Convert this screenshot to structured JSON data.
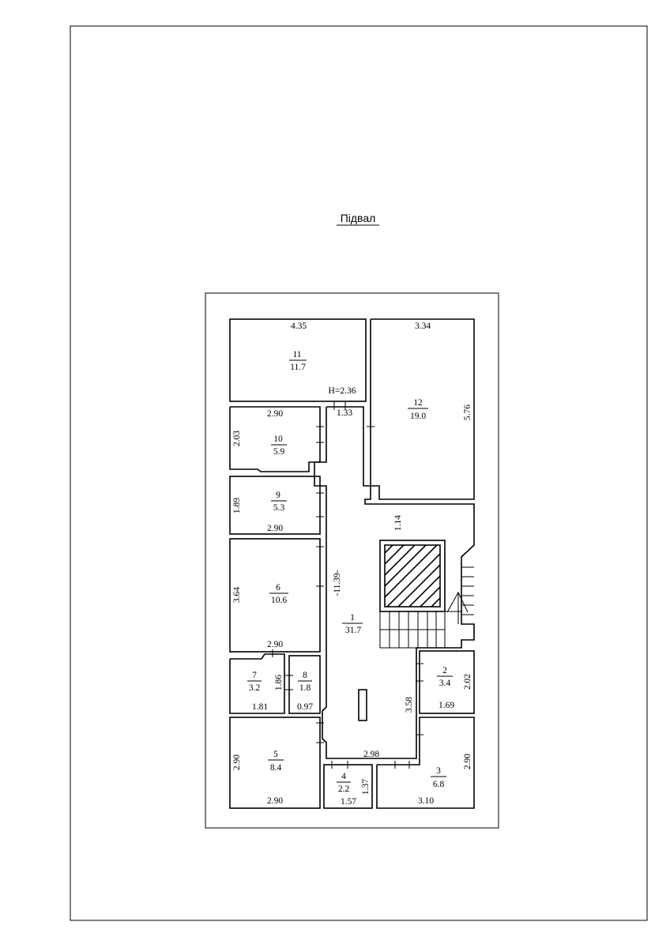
{
  "title": "Підвал",
  "height_note": "H=2.36",
  "rooms": [
    {
      "id": "r11",
      "number": "11",
      "area": "11.7",
      "dims": [
        "4.35"
      ]
    },
    {
      "id": "r12",
      "number": "12",
      "area": "19.0",
      "dims": [
        "3.34",
        "5.76"
      ]
    },
    {
      "id": "r10",
      "number": "10",
      "area": "5.9",
      "dims": [
        "2.90",
        "2.03"
      ]
    },
    {
      "id": "r9",
      "number": "9",
      "area": "5.3",
      "dims": [
        "1.89",
        "2.90"
      ]
    },
    {
      "id": "r6",
      "number": "6",
      "area": "10.6",
      "dims": [
        "3.64",
        "2.90"
      ]
    },
    {
      "id": "r1",
      "number": "1",
      "area": "31.7",
      "dims": [
        "-11.39-",
        "1.33",
        "1.14",
        "3.58",
        "2.98"
      ]
    },
    {
      "id": "r7",
      "number": "7",
      "area": "3.2",
      "dims": [
        "1.86",
        "1.81"
      ]
    },
    {
      "id": "r8",
      "number": "8",
      "area": "1.8",
      "dims": [
        "0.97"
      ]
    },
    {
      "id": "r2",
      "number": "2",
      "area": "3.4",
      "dims": [
        "2.02",
        "1.69"
      ]
    },
    {
      "id": "r5",
      "number": "5",
      "area": "8.4",
      "dims": [
        "2.90",
        "2.90"
      ]
    },
    {
      "id": "r4",
      "number": "4",
      "area": "2.2",
      "dims": [
        "1.37",
        "1.57"
      ]
    },
    {
      "id": "r3",
      "number": "3",
      "area": "6.8",
      "dims": [
        "2.90",
        "3.10"
      ]
    }
  ]
}
